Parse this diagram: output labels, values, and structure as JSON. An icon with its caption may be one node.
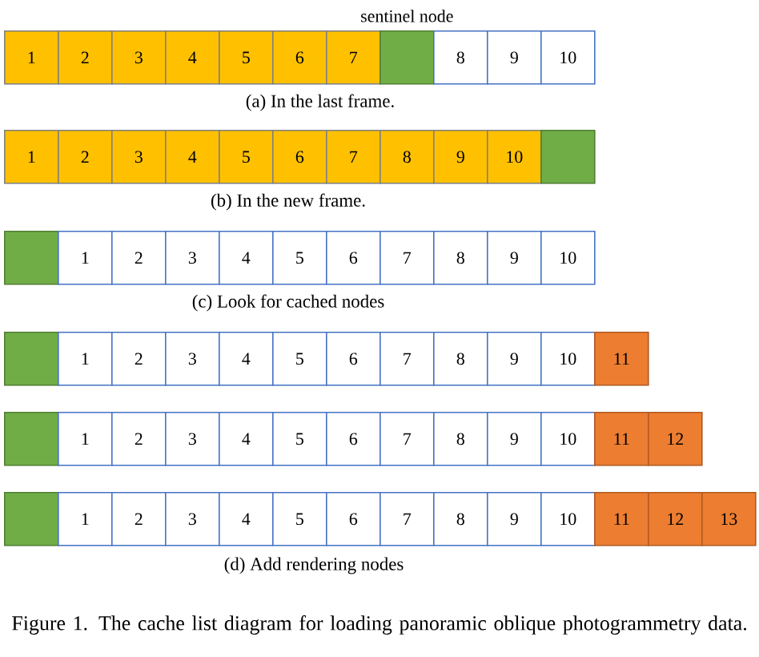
{
  "diagram": {
    "caption": "Figure 1.   The cache list diagram for loading panoramic oblique photogrammetry data.",
    "nodes": [
      {
        "text": [
          "1"
        ]
      },
      {
        "text": [
          "2"
        ]
      },
      {
        "text": [
          "3"
        ]
      },
      {
        "text": [
          "4"
        ]
      },
      {
        "text": [
          "5"
        ]
      },
      {
        "text": [
          "6"
        ]
      },
      {
        "text": [
          "7"
        ]
      },
      {
        "text": [],
        "shape": "box",
        "beside": [
          "sentinel node"
        ]
      },
      {
        "text": [
          "8"
        ]
      },
      {
        "text": [
          "9"
        ]
      },
      {
        "text": [
          "10"
        ]
      },
      {
        "text": [
          "1"
        ]
      },
      {
        "text": [
          "2"
        ]
      },
      {
        "text": [
          "3"
        ]
      },
      {
        "text": [
          "4"
        ]
      },
      {
        "text": [
          "5"
        ]
      },
      {
        "text": [
          "6"
        ]
      },
      {
        "text": [
          "7"
        ]
      },
      {
        "text": [
          "8"
        ]
      },
      {
        "text": [
          "9"
        ]
      },
      {
        "text": [
          "10"
        ]
      },
      {
        "text": [],
        "shape": "box"
      },
      {
        "text": [],
        "shape": "box"
      },
      {
        "text": [
          "1"
        ]
      },
      {
        "text": [
          "2"
        ]
      },
      {
        "text": [
          "3"
        ]
      },
      {
        "text": [
          "4"
        ]
      },
      {
        "text": [
          "5"
        ]
      },
      {
        "text": [
          "6"
        ]
      },
      {
        "text": [
          "7"
        ]
      },
      {
        "text": [
          "8"
        ]
      },
      {
        "text": [
          "9"
        ]
      },
      {
        "text": [
          "10"
        ]
      },
      {
        "text": [],
        "shape": "box"
      },
      {
        "text": [
          "1"
        ]
      },
      {
        "text": [
          "2"
        ]
      },
      {
        "text": [
          "3"
        ]
      },
      {
        "text": [
          "4"
        ]
      },
      {
        "text": [
          "5"
        ]
      },
      {
        "text": [
          "6"
        ]
      },
      {
        "text": [
          "7"
        ]
      },
      {
        "text": [
          "8"
        ]
      },
      {
        "text": [
          "9"
        ]
      },
      {
        "text": [
          "10"
        ]
      },
      {
        "text": [
          "11"
        ]
      },
      {
        "text": [],
        "shape": "box"
      },
      {
        "text": [
          "1"
        ]
      },
      {
        "text": [
          "2"
        ]
      },
      {
        "text": [
          "3"
        ]
      },
      {
        "text": [
          "4"
        ]
      },
      {
        "text": [
          "5"
        ]
      },
      {
        "text": [
          "6"
        ]
      },
      {
        "text": [
          "7"
        ]
      },
      {
        "text": [
          "8"
        ]
      },
      {
        "text": [
          "9"
        ]
      },
      {
        "text": [
          "10"
        ]
      },
      {
        "text": [
          "11"
        ]
      },
      {
        "text": [
          "12"
        ]
      },
      {
        "text": [],
        "shape": "box"
      },
      {
        "text": [
          "1"
        ]
      },
      {
        "text": [
          "2"
        ]
      },
      {
        "text": [
          "3"
        ]
      },
      {
        "text": [
          "4"
        ]
      },
      {
        "text": [
          "5"
        ]
      },
      {
        "text": [
          "6"
        ]
      },
      {
        "text": [
          "7"
        ]
      },
      {
        "text": [
          "8"
        ]
      },
      {
        "text": [
          "9"
        ]
      },
      {
        "text": [
          "10"
        ]
      },
      {
        "text": [
          "11"
        ]
      },
      {
        "text": [
          "12"
        ]
      },
      {
        "text": [
          "13"
        ]
      }
    ],
    "labels": [
      "(a) In the last frame.",
      "(b)  In the new frame.",
      "(c)  Look for cached nodes",
      "(d)  Add rendering nodes"
    ]
  }
}
